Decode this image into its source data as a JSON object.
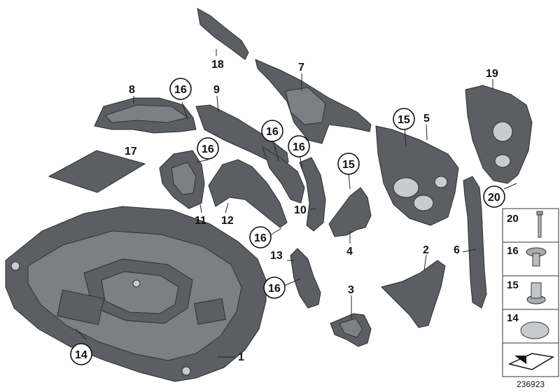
{
  "diagram": {
    "document_number": "236923",
    "callouts": [
      {
        "id": "c18",
        "text": "18"
      },
      {
        "id": "c7",
        "text": "7"
      },
      {
        "id": "c8",
        "text": "8"
      },
      {
        "id": "c16a",
        "text": "16"
      },
      {
        "id": "c9",
        "text": "9"
      },
      {
        "id": "c19",
        "text": "19"
      },
      {
        "id": "c15a",
        "text": "15"
      },
      {
        "id": "c5",
        "text": "5"
      },
      {
        "id": "c16b",
        "text": "16"
      },
      {
        "id": "c16c",
        "text": "16"
      },
      {
        "id": "c17",
        "text": "17"
      },
      {
        "id": "c16d",
        "text": "16"
      },
      {
        "id": "c15b",
        "text": "15"
      },
      {
        "id": "c20",
        "text": "20"
      },
      {
        "id": "c11",
        "text": "11"
      },
      {
        "id": "c12",
        "text": "12"
      },
      {
        "id": "c10",
        "text": "10"
      },
      {
        "id": "c16e",
        "text": "16"
      },
      {
        "id": "c4",
        "text": "4"
      },
      {
        "id": "c13",
        "text": "13"
      },
      {
        "id": "c2",
        "text": "2"
      },
      {
        "id": "c6",
        "text": "6"
      },
      {
        "id": "c16f",
        "text": "16"
      },
      {
        "id": "c3",
        "text": "3"
      },
      {
        "id": "c14",
        "text": "14"
      },
      {
        "id": "c1",
        "text": "1"
      }
    ],
    "side_panel": [
      {
        "text": "20",
        "icon": "screw-icon"
      },
      {
        "text": "16",
        "icon": "rivet-icon"
      },
      {
        "text": "15",
        "icon": "expanding-nut-icon"
      },
      {
        "text": "14",
        "icon": "grommet-icon"
      }
    ],
    "legend_icon": "arrow-symbol-icon"
  }
}
